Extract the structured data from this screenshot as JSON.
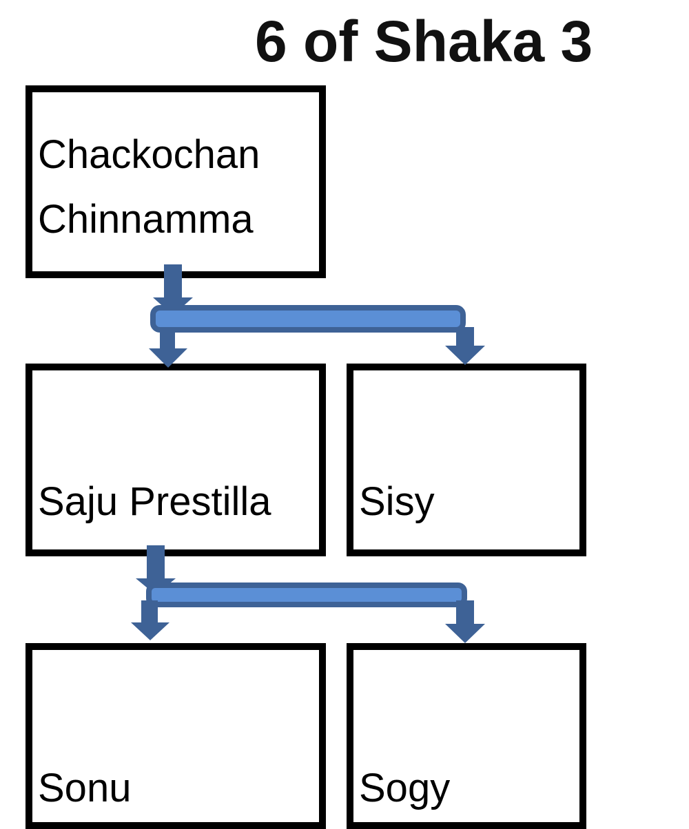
{
  "title": "6 of Shaka 3",
  "colors": {
    "box_border": "#000000",
    "connector_fill": "#5b8fd6",
    "connector_stroke": "#3e6296",
    "background": "#ffffff"
  },
  "tree": {
    "root": {
      "label": "Chackochan\nChinnamma"
    },
    "children": [
      {
        "label": "Saju Prestilla"
      },
      {
        "label": "Sisy"
      }
    ],
    "grandchildren": [
      {
        "label": "Sonu"
      },
      {
        "label": "Sogy"
      }
    ]
  }
}
